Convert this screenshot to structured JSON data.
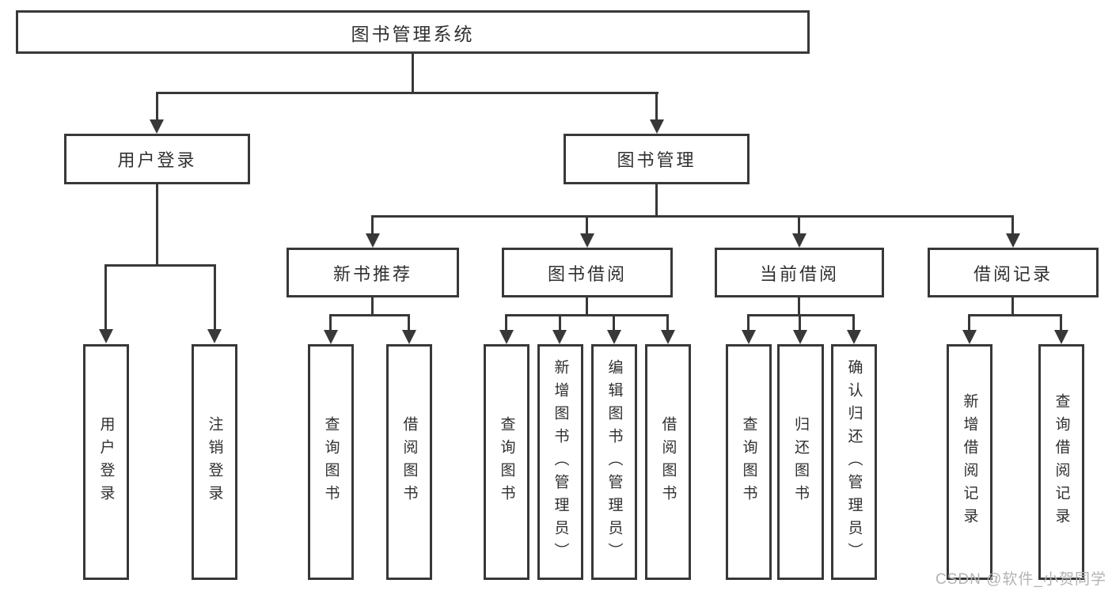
{
  "diagram": {
    "root": {
      "label": "图书管理系统"
    },
    "level2": [
      {
        "label": "用户登录"
      },
      {
        "label": "图书管理"
      }
    ],
    "level3": [
      {
        "label": "新书推荐"
      },
      {
        "label": "图书借阅"
      },
      {
        "label": "当前借阅"
      },
      {
        "label": "借阅记录"
      }
    ],
    "leaves": {
      "user_login": [
        "用户登录",
        "注销登录"
      ],
      "new_books": [
        "查询图书",
        "借阅图书"
      ],
      "book_borrow": [
        "查询图书",
        "新增图书（管理员）",
        "编辑图书（管理员）",
        "借阅图书"
      ],
      "current_borrow": [
        "查询图书",
        "归还图书",
        "确认归还（管理员）"
      ],
      "borrow_records": [
        "新增借阅记录",
        "查询借阅记录"
      ]
    }
  },
  "watermark": "CSDN @软件_小贺同学",
  "colors": {
    "line": "#383838",
    "text": "#303030",
    "watermark": "#b3b3b3",
    "background": "#ffffff"
  }
}
